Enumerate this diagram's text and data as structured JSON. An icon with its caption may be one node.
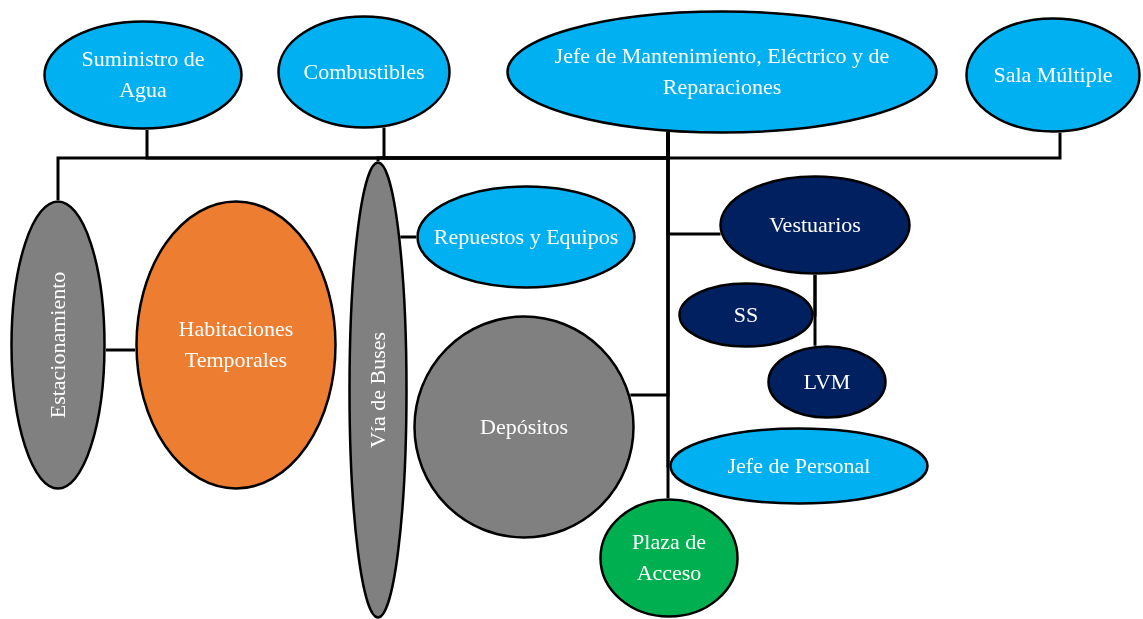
{
  "diagram": {
    "nodes": [
      {
        "text": [
          "Suministro de Agua"
        ]
      },
      {
        "text": [
          "Combustibles"
        ]
      },
      {
        "text": [
          "Jefe de Mantenimiento, Eléctrico y de Reparaciones"
        ]
      },
      {
        "text": [
          "Sala Múltiple"
        ]
      },
      {
        "text": [
          "Estacionamiento"
        ]
      },
      {
        "text": [
          "Habitaciones Temporales"
        ]
      },
      {
        "text": [
          "Vía de Buses"
        ]
      },
      {
        "text": [
          "Repuestos y Equipos"
        ]
      },
      {
        "text": [
          "Vestuarios"
        ]
      },
      {
        "text": [
          "SS"
        ]
      },
      {
        "text": [
          "LVM"
        ]
      },
      {
        "text": [
          "Depósitos"
        ]
      },
      {
        "text": [
          "Jefe de Personal"
        ]
      },
      {
        "text": [
          "Plaza de Acceso"
        ]
      }
    ],
    "edges": [
      {
        "from": 2,
        "to": 0,
        "arrow": "none"
      },
      {
        "from": 2,
        "to": 1,
        "arrow": "none"
      },
      {
        "from": 2,
        "to": 3,
        "arrow": "none"
      },
      {
        "from": 2,
        "to": 4,
        "arrow": "none"
      },
      {
        "from": 2,
        "to": 6,
        "arrow": "none"
      },
      {
        "from": 2,
        "to": 8,
        "arrow": "none"
      },
      {
        "from": 2,
        "to": 11,
        "arrow": "none"
      },
      {
        "from": 2,
        "to": 12,
        "arrow": "none"
      },
      {
        "from": 2,
        "to": 13,
        "arrow": "none"
      },
      {
        "from": 4,
        "to": 5,
        "arrow": "none"
      },
      {
        "from": 6,
        "to": 7,
        "arrow": "none"
      },
      {
        "from": 8,
        "to": 9,
        "arrow": "none"
      },
      {
        "from": 8,
        "to": 10,
        "arrow": "none"
      }
    ]
  }
}
